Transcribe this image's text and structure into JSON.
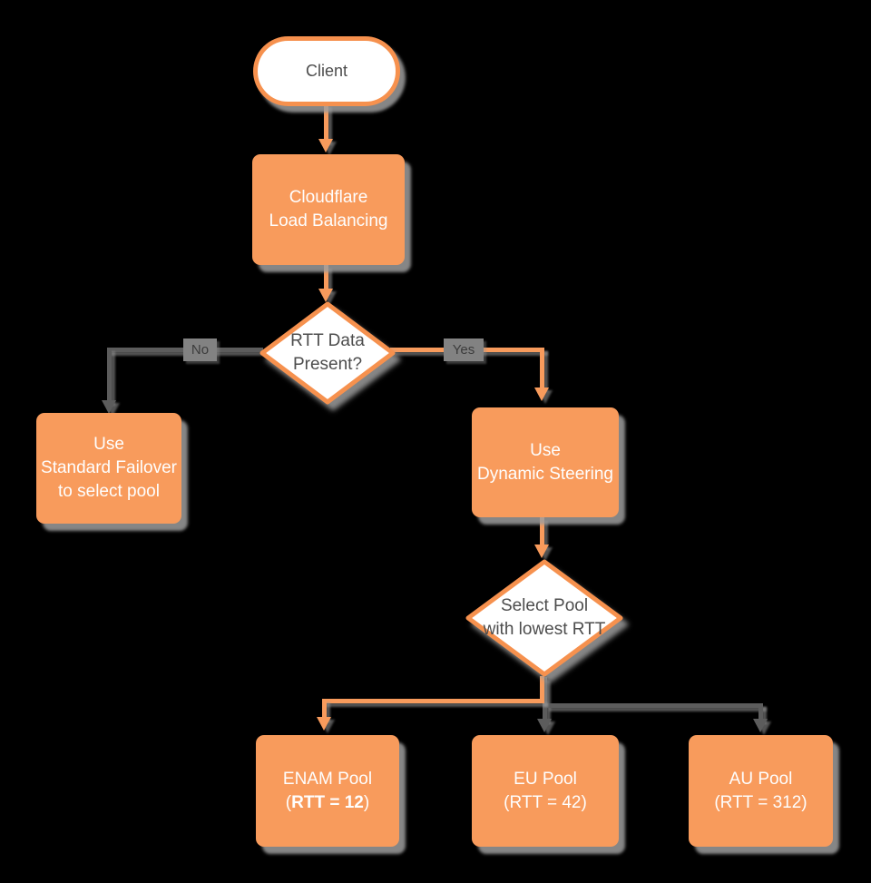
{
  "nodes": {
    "client": {
      "label": "Client"
    },
    "load_balancer": {
      "line1": "Cloudflare",
      "line2": "Load Balancing"
    },
    "rtt_decision": {
      "line1": "RTT Data",
      "line2": "Present?"
    },
    "standard_failover": {
      "line1": "Use",
      "line2": "Standard Failover",
      "line3": "to select pool"
    },
    "dynamic_steering": {
      "line1": "Use",
      "line2": "Dynamic Steering"
    },
    "pool_decision": {
      "line1": "Select Pool",
      "line2": "with lowest RTT"
    },
    "enam_pool": {
      "line1": "ENAM Pool",
      "line2_prefix": "(",
      "line2_bold": "RTT = 12",
      "line2_suffix": ")"
    },
    "eu_pool": {
      "line1": "EU Pool",
      "line2": "(RTT = 42)"
    },
    "au_pool": {
      "line1": "AU Pool",
      "line2": "(RTT = 312)"
    }
  },
  "edges": {
    "no_label": "No",
    "yes_label": "Yes"
  },
  "colors": {
    "node_orange": "#F89B5C",
    "node_border_orange": "#F6914E",
    "connector_gray": "#5C5C5C",
    "edge_label_bg": "#828282",
    "node_text_dark": "#4D4D4D",
    "node_text_light": "#FEFEFE",
    "shadow_gray": "#9E9E9E",
    "background": "#000000"
  }
}
